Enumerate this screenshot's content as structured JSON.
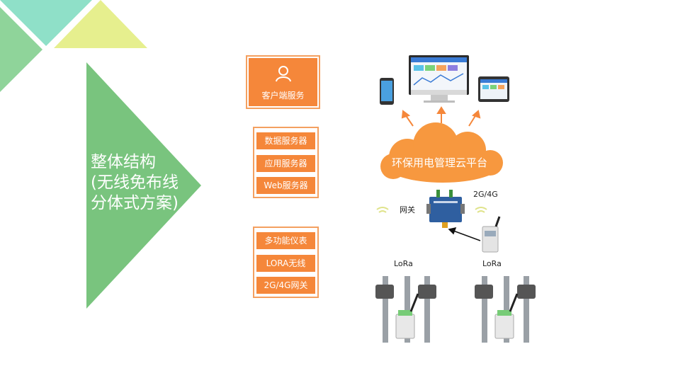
{
  "title": {
    "line1": "整体结构",
    "line2": "(无线免布线",
    "line3": "分体式方案)"
  },
  "client": {
    "label": "客户端服务",
    "icon": "user-icon"
  },
  "servers": [
    "数据服务器",
    "应用服务器",
    "Web服务器"
  ],
  "devices": [
    "多功能仪表",
    "LORA无线",
    "2G/4G网关"
  ],
  "cloud": {
    "label": "环保用电管理云平台"
  },
  "gateway": {
    "label": "网关",
    "network_label": "2G/4G"
  },
  "lora": {
    "left_label": "LoRa",
    "right_label": "LoRa"
  },
  "colors": {
    "orange": "#f5873a",
    "orange_border": "#f4a060",
    "green": "#7dc47f",
    "teal": "#8fe0c8",
    "lime": "#e6ef8e"
  }
}
